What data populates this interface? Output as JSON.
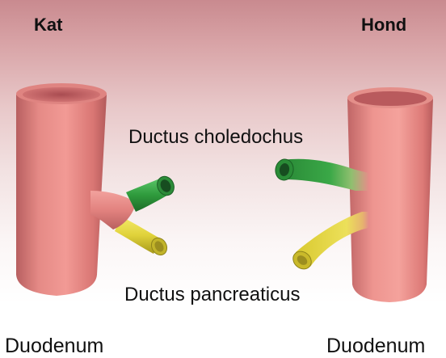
{
  "titles": {
    "left": "Kat",
    "right": "Hond"
  },
  "labels": {
    "ductus_choledochus": "Ductus choledochus",
    "ductus_pancreaticus": "Ductus pancreaticus",
    "duodenum_left": "Duodenum",
    "duodenum_right": "Duodenum"
  },
  "colors": {
    "duodenum": "#e88a86",
    "ductus_choledochus": "#2e9a3c",
    "ductus_pancreaticus": "#e0d23a",
    "background_top": "#c98a8f",
    "background_bottom": "#ffffff"
  }
}
